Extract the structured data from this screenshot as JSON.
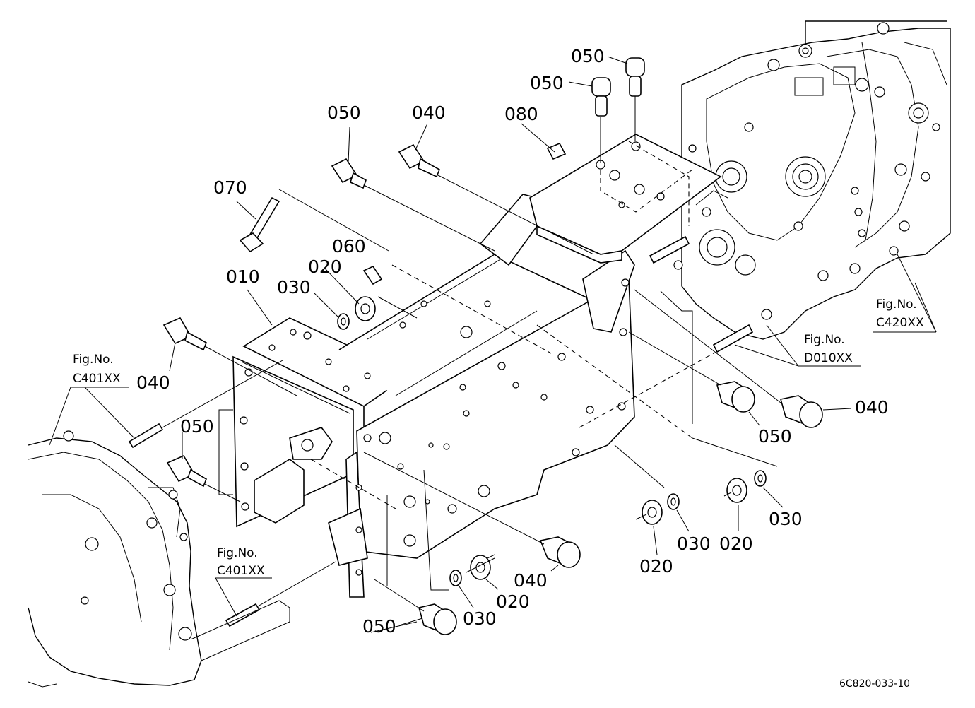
{
  "diagram": {
    "drawing_code": "6C820-033-10",
    "part_labels": [
      {
        "id": "p010",
        "text": "010"
      },
      {
        "id": "p020a",
        "text": "020"
      },
      {
        "id": "p020b",
        "text": "020"
      },
      {
        "id": "p020c",
        "text": "020"
      },
      {
        "id": "p020d",
        "text": "020"
      },
      {
        "id": "p030a",
        "text": "030"
      },
      {
        "id": "p030b",
        "text": "030"
      },
      {
        "id": "p030c",
        "text": "030"
      },
      {
        "id": "p030d",
        "text": "030"
      },
      {
        "id": "p040a",
        "text": "040"
      },
      {
        "id": "p040b",
        "text": "040"
      },
      {
        "id": "p040c",
        "text": "040"
      },
      {
        "id": "p040d",
        "text": "040"
      },
      {
        "id": "p050a",
        "text": "050"
      },
      {
        "id": "p050b",
        "text": "050"
      },
      {
        "id": "p050c",
        "text": "050"
      },
      {
        "id": "p050d",
        "text": "050"
      },
      {
        "id": "p050e",
        "text": "050"
      },
      {
        "id": "p050f",
        "text": "050"
      },
      {
        "id": "p060",
        "text": "060"
      },
      {
        "id": "p070",
        "text": "070"
      },
      {
        "id": "p080",
        "text": "080"
      }
    ],
    "figure_refs": [
      {
        "id": "f1",
        "line1": "Fig.No.",
        "line2": "C401XX"
      },
      {
        "id": "f2",
        "line1": "Fig.No.",
        "line2": "C401XX"
      },
      {
        "id": "f3",
        "line1": "Fig.No.",
        "line2": "D010XX"
      },
      {
        "id": "f4",
        "line1": "Fig.No.",
        "line2": "C420XX"
      }
    ]
  }
}
